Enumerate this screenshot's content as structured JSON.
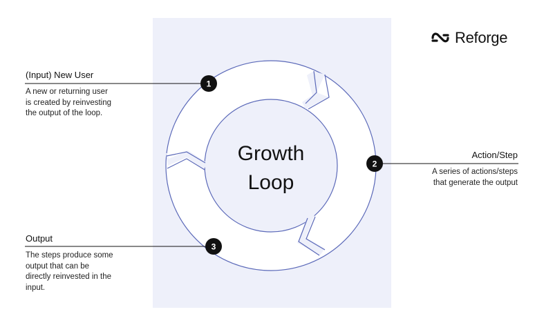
{
  "brand": {
    "name": "Reforge"
  },
  "diagram": {
    "title_line1": "Growth",
    "title_line2": "Loop",
    "steps": [
      {
        "number": "1",
        "title": "(Input) New User",
        "description": [
          "A new or returning user",
          "is created by reinvesting",
          "the output of the loop."
        ]
      },
      {
        "number": "2",
        "title": "Action/Step",
        "description": [
          "A series of actions/steps",
          "that generate the output"
        ]
      },
      {
        "number": "3",
        "title": "Output",
        "description": [
          "The steps produce some",
          "output that can be",
          "directly reinvested in the",
          "input."
        ]
      }
    ]
  },
  "colors": {
    "panel": "#eef0fa",
    "ring_fill": "#ffffff",
    "ring_stroke": "#5a68b8",
    "badge": "#111111",
    "leader_line": "#111111"
  }
}
